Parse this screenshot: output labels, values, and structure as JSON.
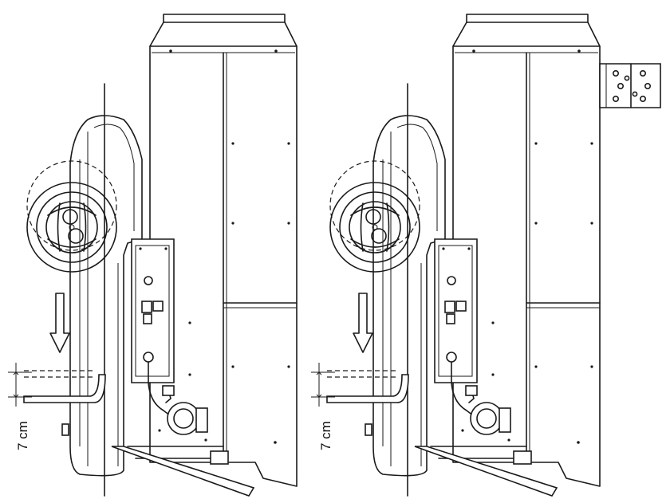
{
  "dimension_label": "7 cm",
  "views": [
    {
      "id": "left",
      "has_bracket": false
    },
    {
      "id": "right",
      "has_bracket": true
    }
  ]
}
